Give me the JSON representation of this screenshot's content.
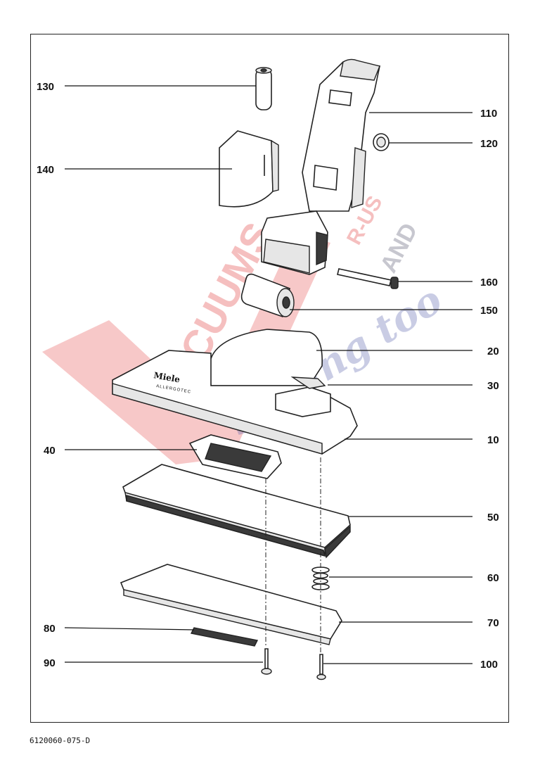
{
  "diagram": {
    "part_labels": {
      "p130": "130",
      "p140": "140",
      "p110": "110",
      "p120": "120",
      "p160": "160",
      "p150": "150",
      "p20": "20",
      "p30": "30",
      "p10": "10",
      "p40": "40",
      "p50": "50",
      "p60": "60",
      "p70": "70",
      "p80": "80",
      "p90": "90",
      "p100": "100"
    },
    "brand_text": "Miele",
    "brand_subtext": "ALLERGOTEC"
  },
  "watermark": {
    "word_main": "ACUUMS",
    "word_r_us": "R-US",
    "word_and": "AND",
    "word_script": "Sewing too",
    "colors": {
      "red": "#e23a3a",
      "gray": "#9a9aa8",
      "blue": "#4e5aa8"
    }
  },
  "footer": {
    "document_number": "6120060-075-D"
  }
}
